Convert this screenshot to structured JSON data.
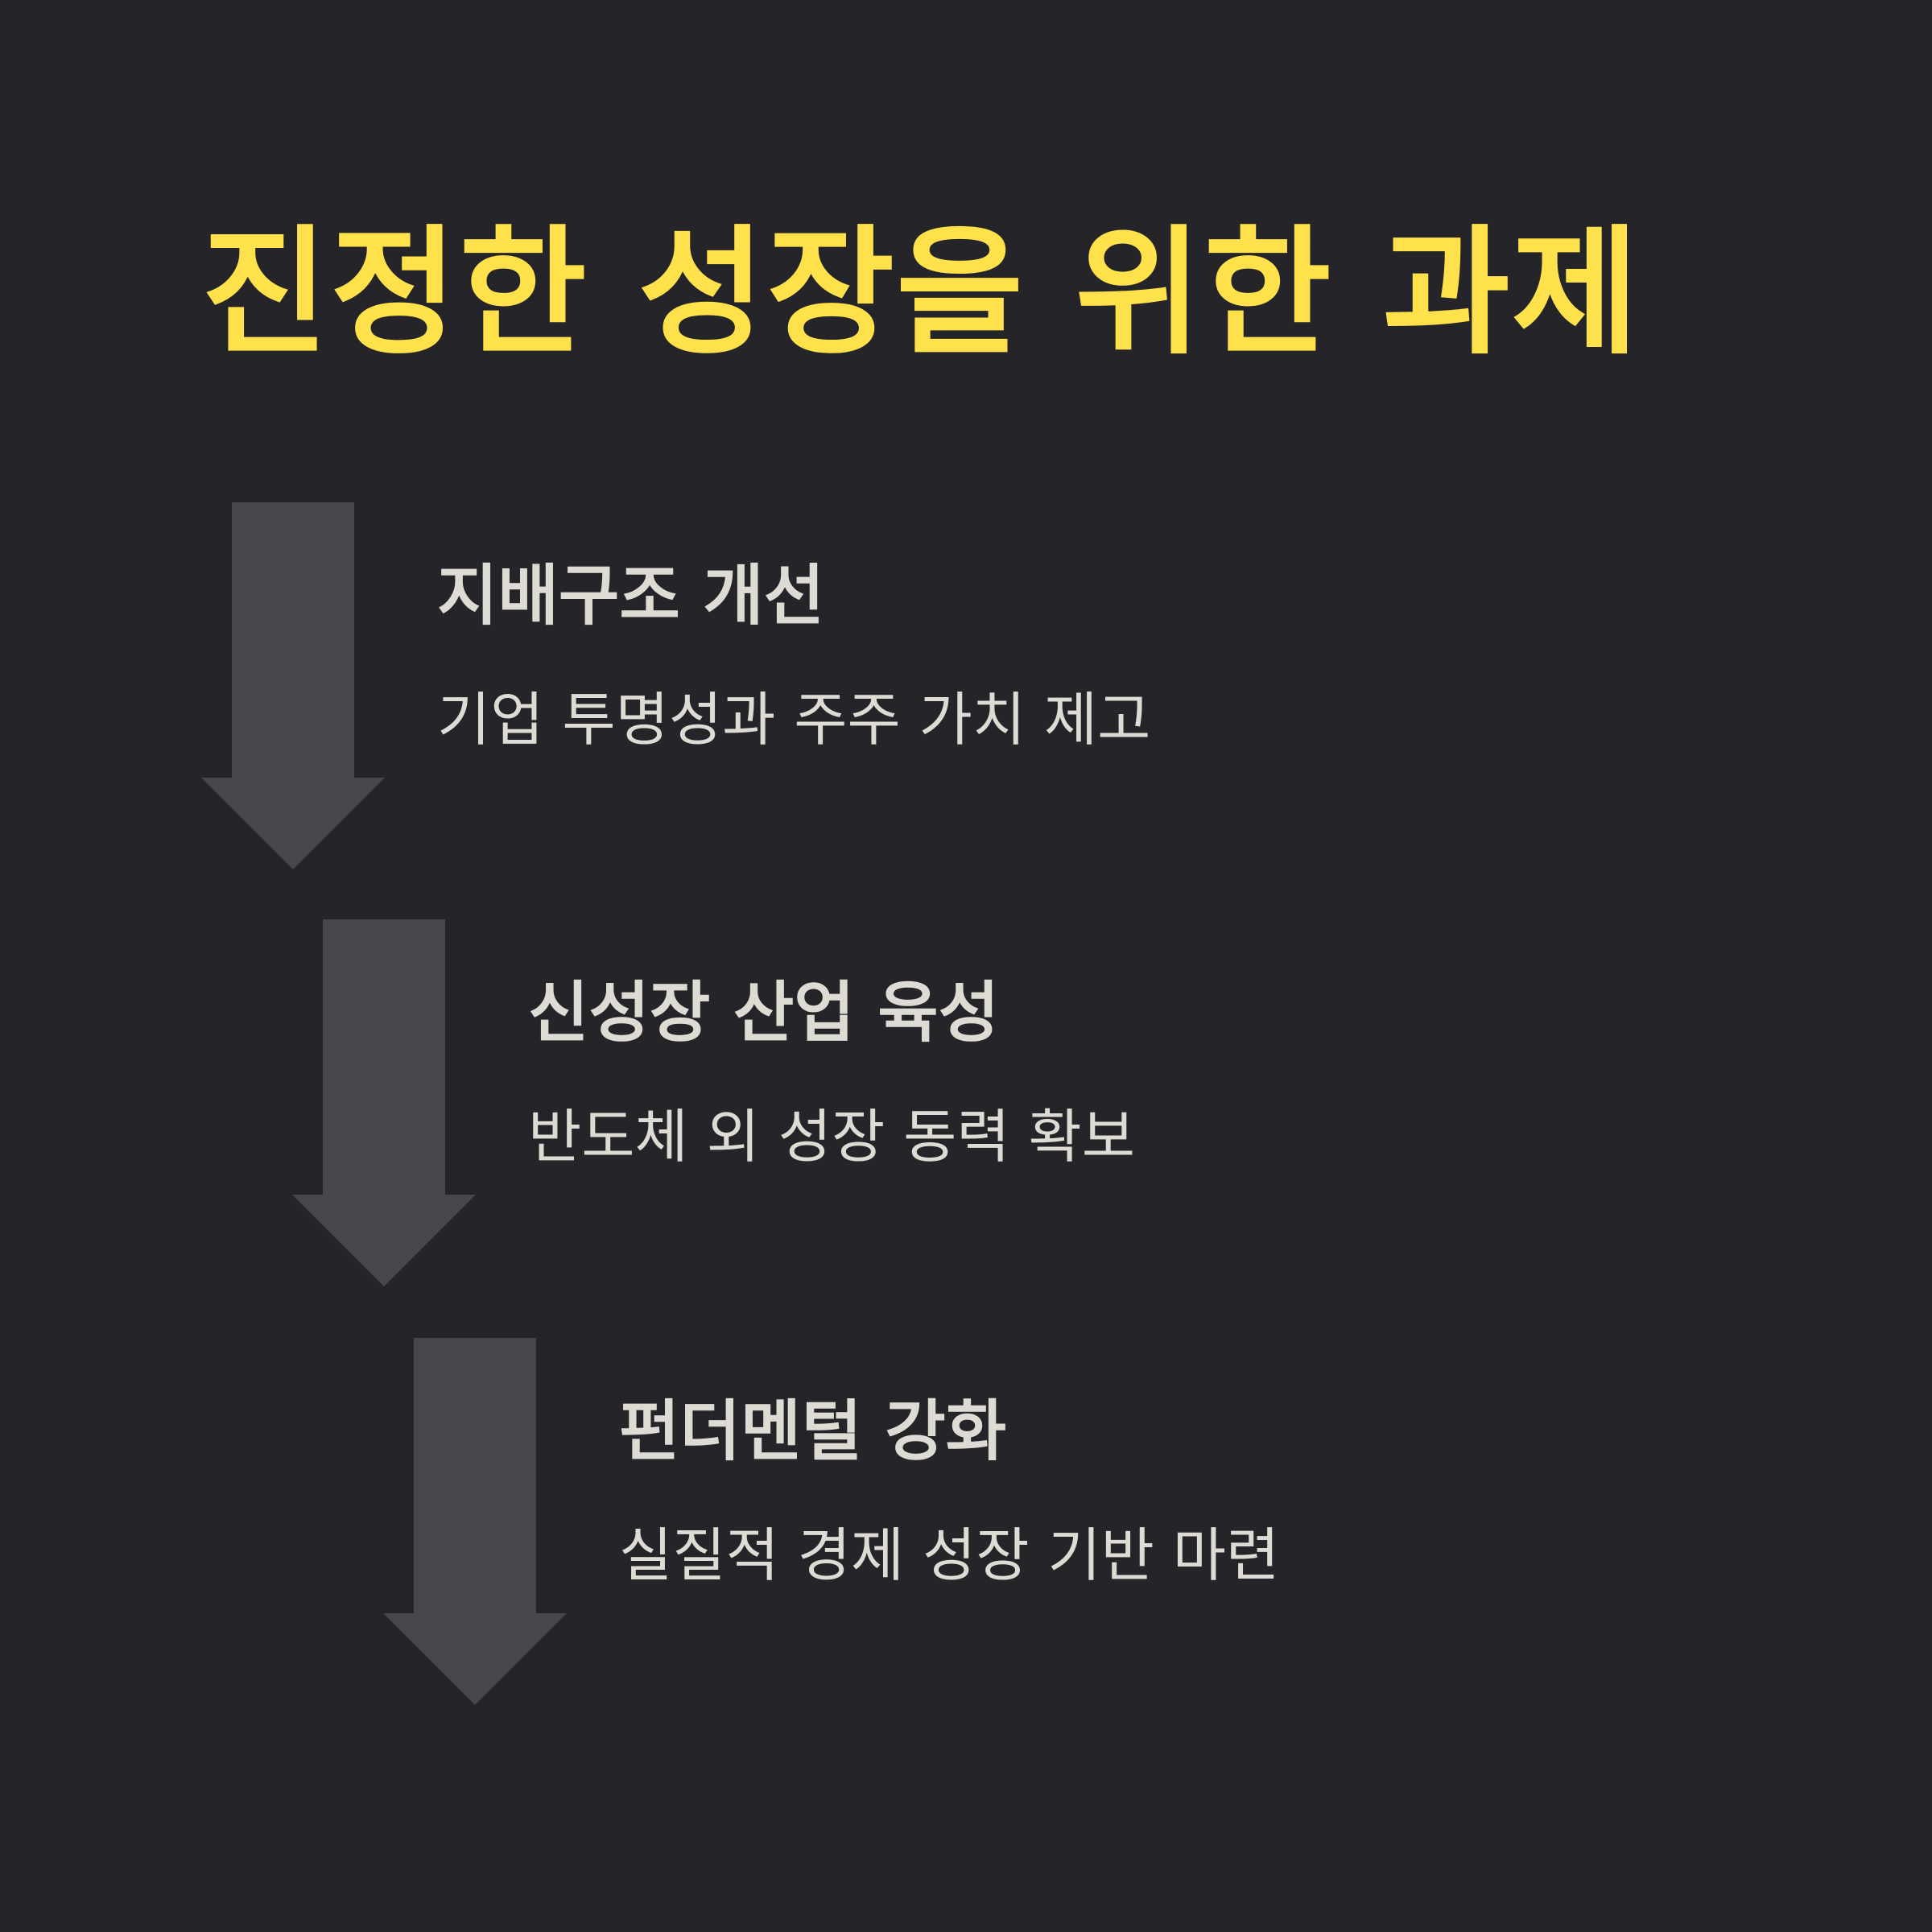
{
  "colors": {
    "background": "#252529",
    "title": "#FFE14C",
    "step_title": "#DDDBD3",
    "step_desc": "#DDDBD3",
    "arrow": "#47464B"
  },
  "title": "진정한 성장을 위한 과제",
  "steps": [
    {
      "title": "지배구조 개선",
      "description": "기업 투명성과 주주 가치 제고",
      "icon": "down-arrow-icon"
    },
    {
      "title": "신성장 산업 육성",
      "description": "반도체 외 성장 동력 확보",
      "icon": "down-arrow-icon"
    },
    {
      "title": "펀더멘털 강화",
      "description": "실질적 경제 성장 기반 마련",
      "icon": "down-arrow-icon"
    }
  ]
}
